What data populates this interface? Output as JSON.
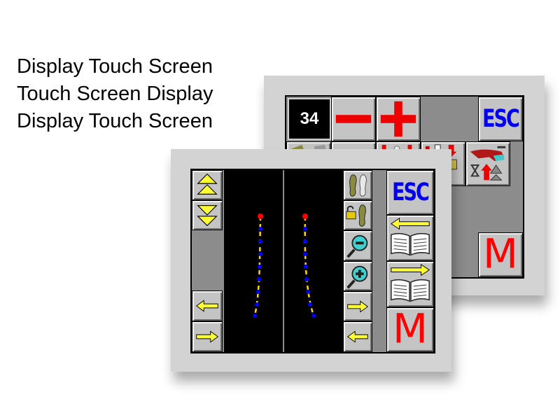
{
  "caption": {
    "lines": [
      "Display Touch Screen",
      "Touch Screen Display",
      "Display Touch Screen"
    ]
  },
  "back_screen": {
    "counter_value": "34",
    "esc_label": "ESC",
    "mode_label": "M"
  },
  "front_screen": {
    "esc_label": "ESC",
    "mode_label": "M"
  },
  "colors": {
    "panel": "#d3d3d3",
    "screen_bg": "#8c8c8c",
    "button_face": "#c4c4c4",
    "plot_bg": "#000000",
    "esc_blue": "#0000ee",
    "mode_red": "#ff0000",
    "arrow_yellow": "#ffff33",
    "trace_yellow": "#ffd700",
    "trace_point_blue": "#0000ff",
    "trace_start_red": "#ff0000"
  },
  "icons": {
    "minus": "minus-icon",
    "plus": "plus-icon",
    "scroll_up": "double-chevron-up-icon",
    "scroll_down": "double-chevron-down-icon",
    "arrow_left": "arrow-left-icon",
    "arrow_right": "arrow-right-icon",
    "footprint": "footprint-icon",
    "unlock": "unlock-icon",
    "zoom_out": "zoom-out-icon",
    "zoom_in": "zoom-in-icon",
    "book_back": "book-arrow-left-icon",
    "book_forward": "book-arrow-right-icon",
    "machine_tool": "machine-tool-icon"
  }
}
